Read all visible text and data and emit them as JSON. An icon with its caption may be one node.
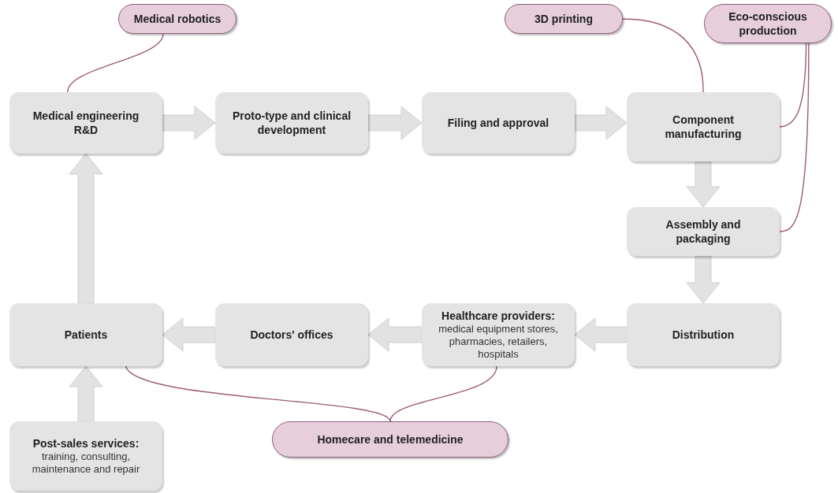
{
  "diagram": {
    "nodes": [
      {
        "text": [
          "Medical robotics"
        ]
      },
      {
        "text": [
          "Medical engineering R&D"
        ]
      },
      {
        "text": [
          "Proto-type and clinical development"
        ]
      },
      {
        "text": [
          "Filing and approval"
        ]
      },
      {
        "text": [
          "Component manufacturing"
        ]
      },
      {
        "text": [
          "3D printing"
        ]
      },
      {
        "text": [
          "Eco-conscious production"
        ]
      },
      {
        "text": [
          "Assembly and packaging"
        ]
      },
      {
        "text": [
          "Distribution"
        ]
      },
      {
        "text": [
          "Healthcare providers:",
          "medical equipment stores, pharmacies, retailers, hospitals"
        ]
      },
      {
        "text": [
          "Doctors' offices"
        ]
      },
      {
        "text": [
          "Patients"
        ]
      },
      {
        "text": [
          "Post-sales services:",
          "training, consulting, maintenance and repair"
        ]
      },
      {
        "text": [
          "Homecare and telemedicine"
        ]
      }
    ],
    "edges": [
      {
        "from": 1,
        "to": 2,
        "arrow": "to"
      },
      {
        "from": 2,
        "to": 3,
        "arrow": "to"
      },
      {
        "from": 3,
        "to": 4,
        "arrow": "to"
      },
      {
        "from": 4,
        "to": 7,
        "arrow": "to"
      },
      {
        "from": 7,
        "to": 8,
        "arrow": "to"
      },
      {
        "from": 8,
        "to": 9,
        "arrow": "to"
      },
      {
        "from": 9,
        "to": 10,
        "arrow": "to"
      },
      {
        "from": 10,
        "to": 11,
        "arrow": "to"
      },
      {
        "from": 11,
        "to": 1,
        "arrow": "to"
      },
      {
        "from": 12,
        "to": 11,
        "arrow": "to"
      },
      {
        "from": 0,
        "to": 1,
        "arrow": "none",
        "color": "#9e5b7c"
      },
      {
        "from": 5,
        "to": 4,
        "arrow": "none",
        "color": "#9e5b7c"
      },
      {
        "from": 6,
        "to": 4,
        "arrow": "none",
        "color": "#9e5b7c"
      },
      {
        "from": 6,
        "to": 7,
        "arrow": "none",
        "color": "#9e5b7c"
      },
      {
        "from": 13,
        "to": 11,
        "arrow": "none",
        "color": "#9e5b7c"
      },
      {
        "from": 13,
        "to": 9,
        "arrow": "none",
        "color": "#9e5b7c"
      }
    ]
  }
}
